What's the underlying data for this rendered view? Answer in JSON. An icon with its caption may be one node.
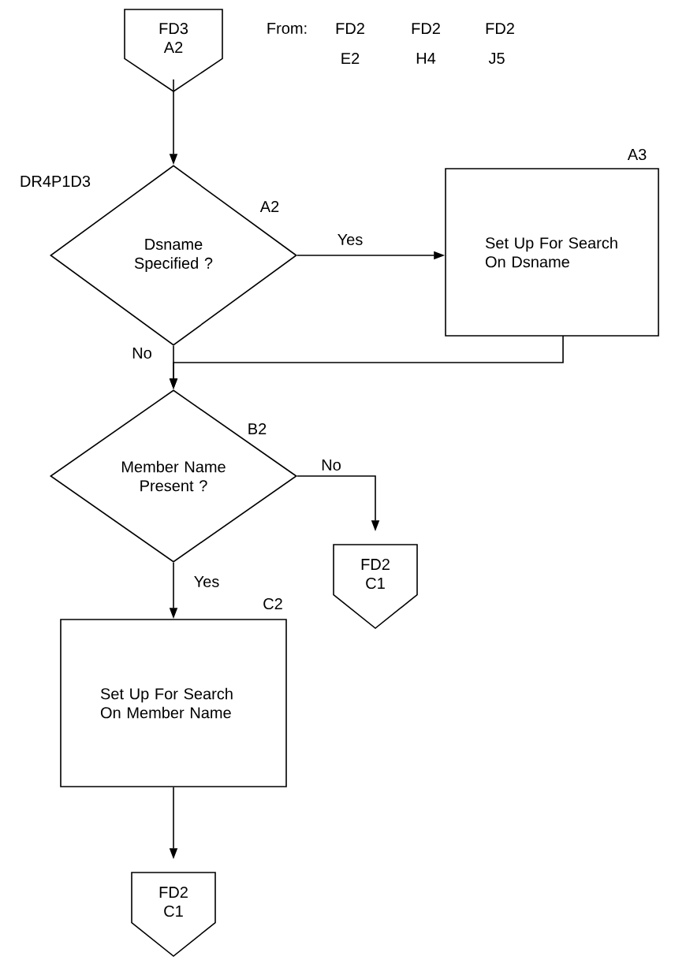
{
  "diagram": {
    "nodes": [
      {
        "text": [
          "FD3 A2"
        ]
      },
      {
        "text": [
          "Dsname Specified ?"
        ],
        "beside": [
          "A2"
        ]
      },
      {
        "text": [
          "Set Up For Search On Dsname"
        ],
        "beside": [
          "A3"
        ]
      },
      {
        "text": [
          "Member Name Present ?"
        ],
        "beside": [
          "B2"
        ]
      },
      {
        "text": [
          "FD2 C1"
        ]
      },
      {
        "text": [
          "Set Up For Search On Member Name"
        ],
        "beside": [
          "C2"
        ]
      },
      {
        "text": [
          "FD2 C1"
        ]
      }
    ],
    "edges": [
      {
        "from": 0,
        "to": 1,
        "arrow": "to"
      },
      {
        "from": 1,
        "to": 2,
        "arrow": "to",
        "label": "Yes"
      },
      {
        "from": 2,
        "to": 3,
        "arrow": "to"
      },
      {
        "from": 1,
        "to": 3,
        "arrow": "to",
        "label": "No"
      },
      {
        "from": 3,
        "to": 4,
        "arrow": "to",
        "label": "No"
      },
      {
        "from": 3,
        "to": 5,
        "arrow": "to",
        "label": "Yes"
      },
      {
        "from": 5,
        "to": 6,
        "arrow": "to"
      }
    ],
    "labels": [
      "From:",
      "FD2",
      "FD2",
      "FD2",
      "E2",
      "H4",
      "J5",
      "DR4P1D3"
    ]
  }
}
